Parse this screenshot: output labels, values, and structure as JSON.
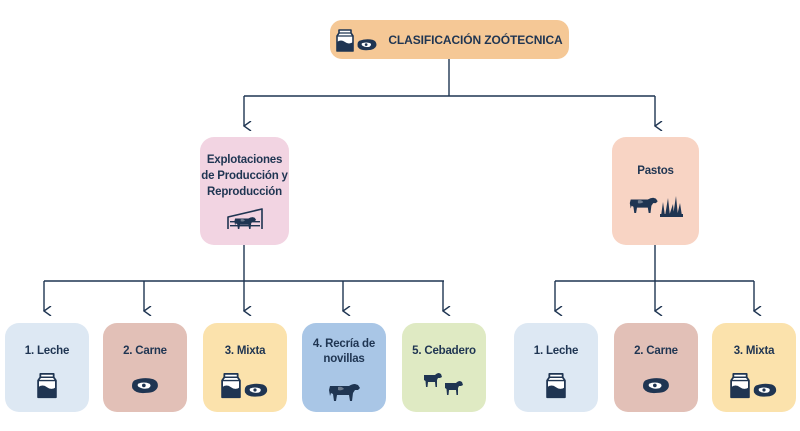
{
  "colors": {
    "line": "#1f3552",
    "text": "#1f3552",
    "root_fill": "#f5c896",
    "produccion_fill": "#f2d4e2",
    "pastos_fill": "#f8d4c4",
    "leche_fill": "#dde8f3",
    "carne_fill": "#e2c0b7",
    "mixta_fill": "#fbe2ac",
    "recria_fill": "#a9c6e6",
    "cebadero_fill": "#dfeac3"
  },
  "root": {
    "label": "CLASIFICACIÓN ZOÓTECNICA",
    "icons": [
      "milk-carton-icon",
      "steak-icon"
    ]
  },
  "branches": {
    "produccion": {
      "label": "Explotaciones de Producción y Reproducción",
      "icon": "barn-cow-icon"
    },
    "pastos": {
      "label": "Pastos",
      "icon": "cow-grass-icon"
    }
  },
  "produccion_children": [
    {
      "label": "1. Leche",
      "icon": "milk-carton-icon"
    },
    {
      "label": "2. Carne",
      "icon": "steak-icon"
    },
    {
      "label": "3. Mixta",
      "icon": "milk-steak-icon"
    },
    {
      "label": "4. Recría de novillas",
      "icon": "cow-icon"
    },
    {
      "label": "5. Cebadero",
      "icon": "calves-icon"
    }
  ],
  "pastos_children": [
    {
      "label": "1. Leche",
      "icon": "milk-carton-icon"
    },
    {
      "label": "2. Carne",
      "icon": "steak-icon"
    },
    {
      "label": "3. Mixta",
      "icon": "milk-steak-icon"
    }
  ]
}
